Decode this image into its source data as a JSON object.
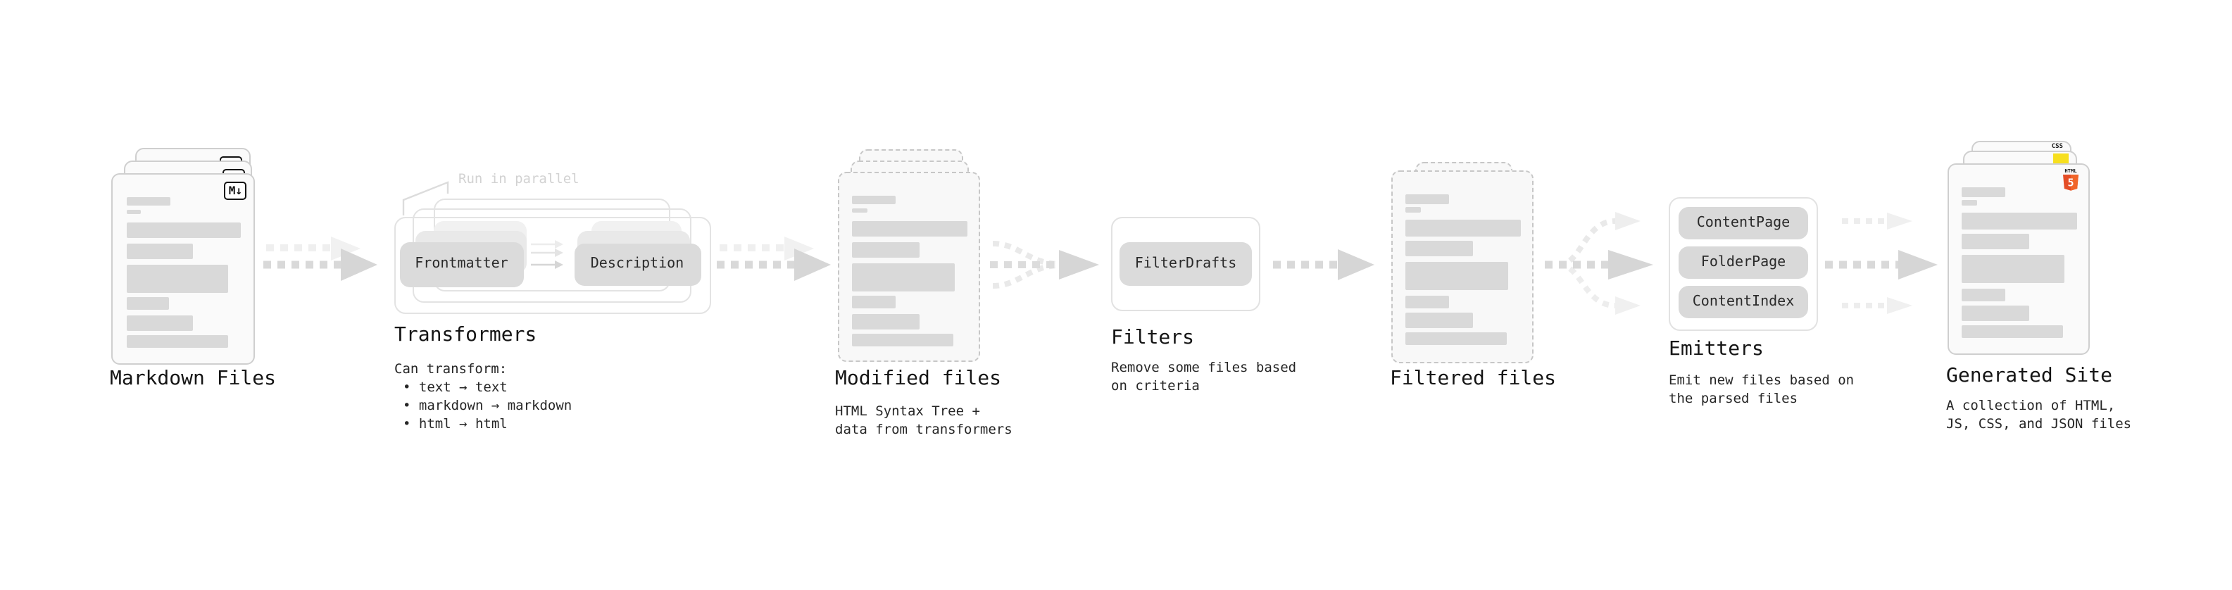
{
  "markdown": {
    "badge": "M↓",
    "label": "Markdown Files"
  },
  "transformers": {
    "note": "Run in parallel",
    "pill_left": "Frontmatter",
    "pill_right": "Description",
    "label": "Transformers",
    "caption": "Can transform:",
    "bullets": [
      "• text → text",
      "• markdown → markdown",
      "• html → html"
    ]
  },
  "modified": {
    "label": "Modified files",
    "caption": "HTML Syntax Tree +\ndata from transformers"
  },
  "filters": {
    "pill": "FilterDrafts",
    "label": "Filters",
    "caption": "Remove some files based\non criteria"
  },
  "filtered": {
    "label": "Filtered files"
  },
  "emitters": {
    "pills": [
      "ContentPage",
      "FolderPage",
      "ContentIndex"
    ],
    "label": "Emitters",
    "caption": "Emit new files based on\nthe parsed files"
  },
  "generated": {
    "badge_css": "CSS",
    "badge_html": "HTML",
    "badge_html_5": "5",
    "label": "Generated Site",
    "caption": "A collection of HTML,\nJS, CSS, and JSON files"
  },
  "colors": {
    "html5_orange": "#e44d26",
    "html5_orange_light": "#f16529",
    "js_yellow": "#f7df1e",
    "css_blue": "#2760e5",
    "bar_gray": "#d9d9d9",
    "arrow_gray": "#d6d6d6",
    "arrow_light": "#efefef"
  }
}
